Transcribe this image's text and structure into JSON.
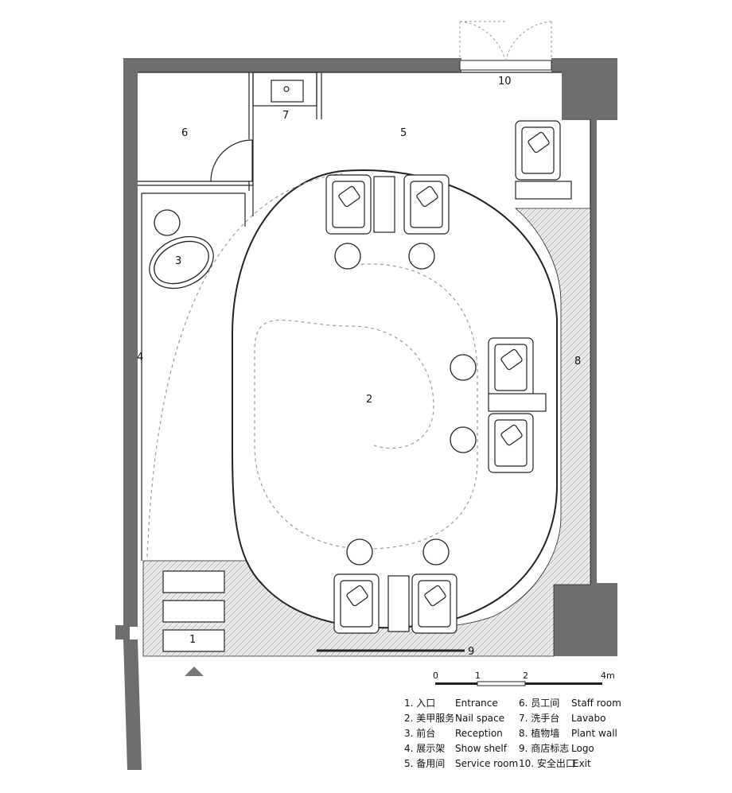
{
  "rooms": {
    "r1": "1",
    "r2": "2",
    "r3": "3",
    "r4": "4",
    "r5": "5",
    "r6": "6",
    "r7": "7",
    "r8": "8",
    "r9": "9",
    "r10": "10"
  },
  "scale": {
    "ticks": [
      "0",
      "1",
      "2",
      "4m"
    ]
  },
  "legend": [
    {
      "num": "1. 入口",
      "en": "Entrance"
    },
    {
      "num": "2. 美甲服务",
      "en": "Nail space"
    },
    {
      "num": "3. 前台",
      "en": "Reception"
    },
    {
      "num": "4. 展示架",
      "en": "Show shelf"
    },
    {
      "num": "5. 备用间",
      "en": "Service room"
    },
    {
      "num": "6. 员工间",
      "en": "Staff room"
    },
    {
      "num": "7. 洗手台",
      "en": "Lavabo"
    },
    {
      "num": "8. 植物墙",
      "en": "Plant wall"
    },
    {
      "num": "9. 商店标志",
      "en": "Logo"
    },
    {
      "num": "10. 安全出口",
      "en": "Exit"
    }
  ],
  "colors": {
    "wall": "#6e6e6e",
    "line": "#222222",
    "dashed": "#9a9a9a",
    "hatch": "#b9b9b9"
  }
}
